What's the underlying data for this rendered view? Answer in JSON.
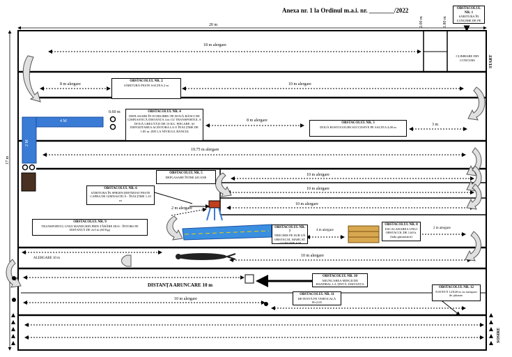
{
  "header": {
    "title": "Anexa nr. 1 la Ordinul m.a.i. nr. ________/2022"
  },
  "dimensions": {
    "width_20m": "20 m",
    "height_17m": "17 m",
    "dim_200": "2.00 m",
    "dim_180": "1.80 m"
  },
  "start_label": "START",
  "sosire_label": "SOSIRE",
  "climb_label": "CLIMBARE DIN CONCURS",
  "obstacles": {
    "o1": {
      "title": "OBSTACOLUL NR. 1",
      "text": "SĂRITURA ÎN LUNGIME DE PE LOC"
    },
    "o2": {
      "title": "OBSTACOLUL NR. 2",
      "text": "SĂRITURĂ PESTE SALTEA 2 m"
    },
    "o3": {
      "title": "OBSTACOLUL NR. 3",
      "text": "DOUĂ ROSTOGOLIRI SUCCESIVE PE SALTEA 4,00 m"
    },
    "o4": {
      "title": "OBSTACOLUL NR. 4",
      "text": "DEPLASARE ÎN ECHILIBRU PE DOUĂ BĂNCI DE GIMNASTICĂ DISTANȚA 4 m CU TRANSPORTUL A DOUĂ GREUTĂȚI DE 10 KG. FIECARE. ȘI DEPOZITAREA ACESTORA LA O ÎNĂLȚIME DE 1.85 m. (DE LA NIVELUL BĂNCII)"
    },
    "o5": {
      "title": "OBSTACOLUL NR. 5",
      "text": "DEPLASARE ÎNTRE ȘICANE"
    },
    "o6": {
      "title": "OBSTACOLUL NR. 6",
      "text": "SĂRITURA ÎN SPRIJIN DEPĂRTAT PESTE CAPRA DE GIMNASTICĂ - ÎNĂLȚIME 1,10 m"
    },
    "o7": {
      "title": "OBSTACOLUL NR. 7",
      "text": "TRECERE PE SUB UN OBSTACOL MARCAT - LUNGIME 6 M"
    },
    "o8": {
      "title": "OBSTACOLUL NR. 8",
      "text": "ESCALADAREA UNUI OBSTACOL DE 1,60 h. (lada gimnastică)"
    },
    "o9": {
      "title": "OBSTACOLUL NR. 9",
      "text": "TRANSPORTUL UNUI MANECHIN PRIN TÂRÂRE DUS - ÎNTORS PE DISTANȚĂ DE 2x5 m (60 Kg)"
    },
    "o10": {
      "title": "OBSTACOLUL NR. 10",
      "text": "ARUNCAREA MINGII DE HANDBAL LA ȚINTĂ, DISTANȚA 10 m."
    },
    "o11": {
      "title": "OBSTACOLUL NR. 11",
      "text": "DETENTĂ PE VERTICALĂ H=2,65"
    },
    "o12": {
      "title": "OBSTACOLUL NR. 12",
      "text": "NAVETĂ 12X20 m cu transport de jaloane."
    }
  },
  "runs": {
    "r18": "18 m alergare",
    "r8a": "8 m alergare",
    "r10a": "10 m alergare",
    "r8b": "8 m alergare",
    "r3": "3 m",
    "r1975": "19.75 m alergare",
    "r10b": "10 m alergare",
    "r10c": "10 m alergare",
    "r10d": "10 m alergare",
    "r2": "2 m alergare",
    "r4": "4 m alergare",
    "r2b": "2 m alergare",
    "r10e": "10 m alergare",
    "r10f": "10 m alergare",
    "alergare10": "ALERGARE 10 m",
    "distanta": "DISTANȚA ARUNCARE 10 m"
  },
  "misc": {
    "m060": "0.60 m",
    "bench_4m": "4 M",
    "bench_2m": "2 M"
  }
}
